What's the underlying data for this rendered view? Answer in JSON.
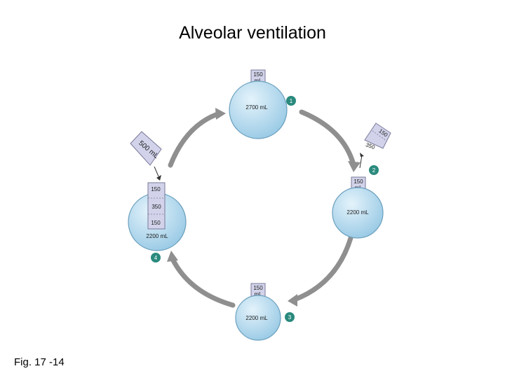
{
  "title": "Alveolar ventilation",
  "figure_label": "Fig. 17 -14",
  "colors": {
    "alveolus_fill": "#a9d3ea",
    "dead_space_fill": "#d2d3ea",
    "arrow_gray": "#9a9a9a",
    "step_badge": "#2a8a7d"
  },
  "steps": [
    {
      "number": "1",
      "dead_space_value": "150",
      "dead_space_unit": "mL",
      "alveolar_volume": "2700 mL"
    },
    {
      "number": "2",
      "dead_space_value": "150",
      "dead_space_unit": "mL",
      "alveolar_volume": "2200 mL",
      "exhaled_outer": "150",
      "exhaled_inner": "350"
    },
    {
      "number": "3",
      "dead_space_value": "150",
      "dead_space_unit": "mL",
      "alveolar_volume": "2200 mL"
    },
    {
      "number": "4",
      "inhaled_label": "500 mL",
      "column_top": "150",
      "column_mid": "350",
      "column_bottom": "150",
      "alveolar_volume": "2200 mL"
    }
  ]
}
